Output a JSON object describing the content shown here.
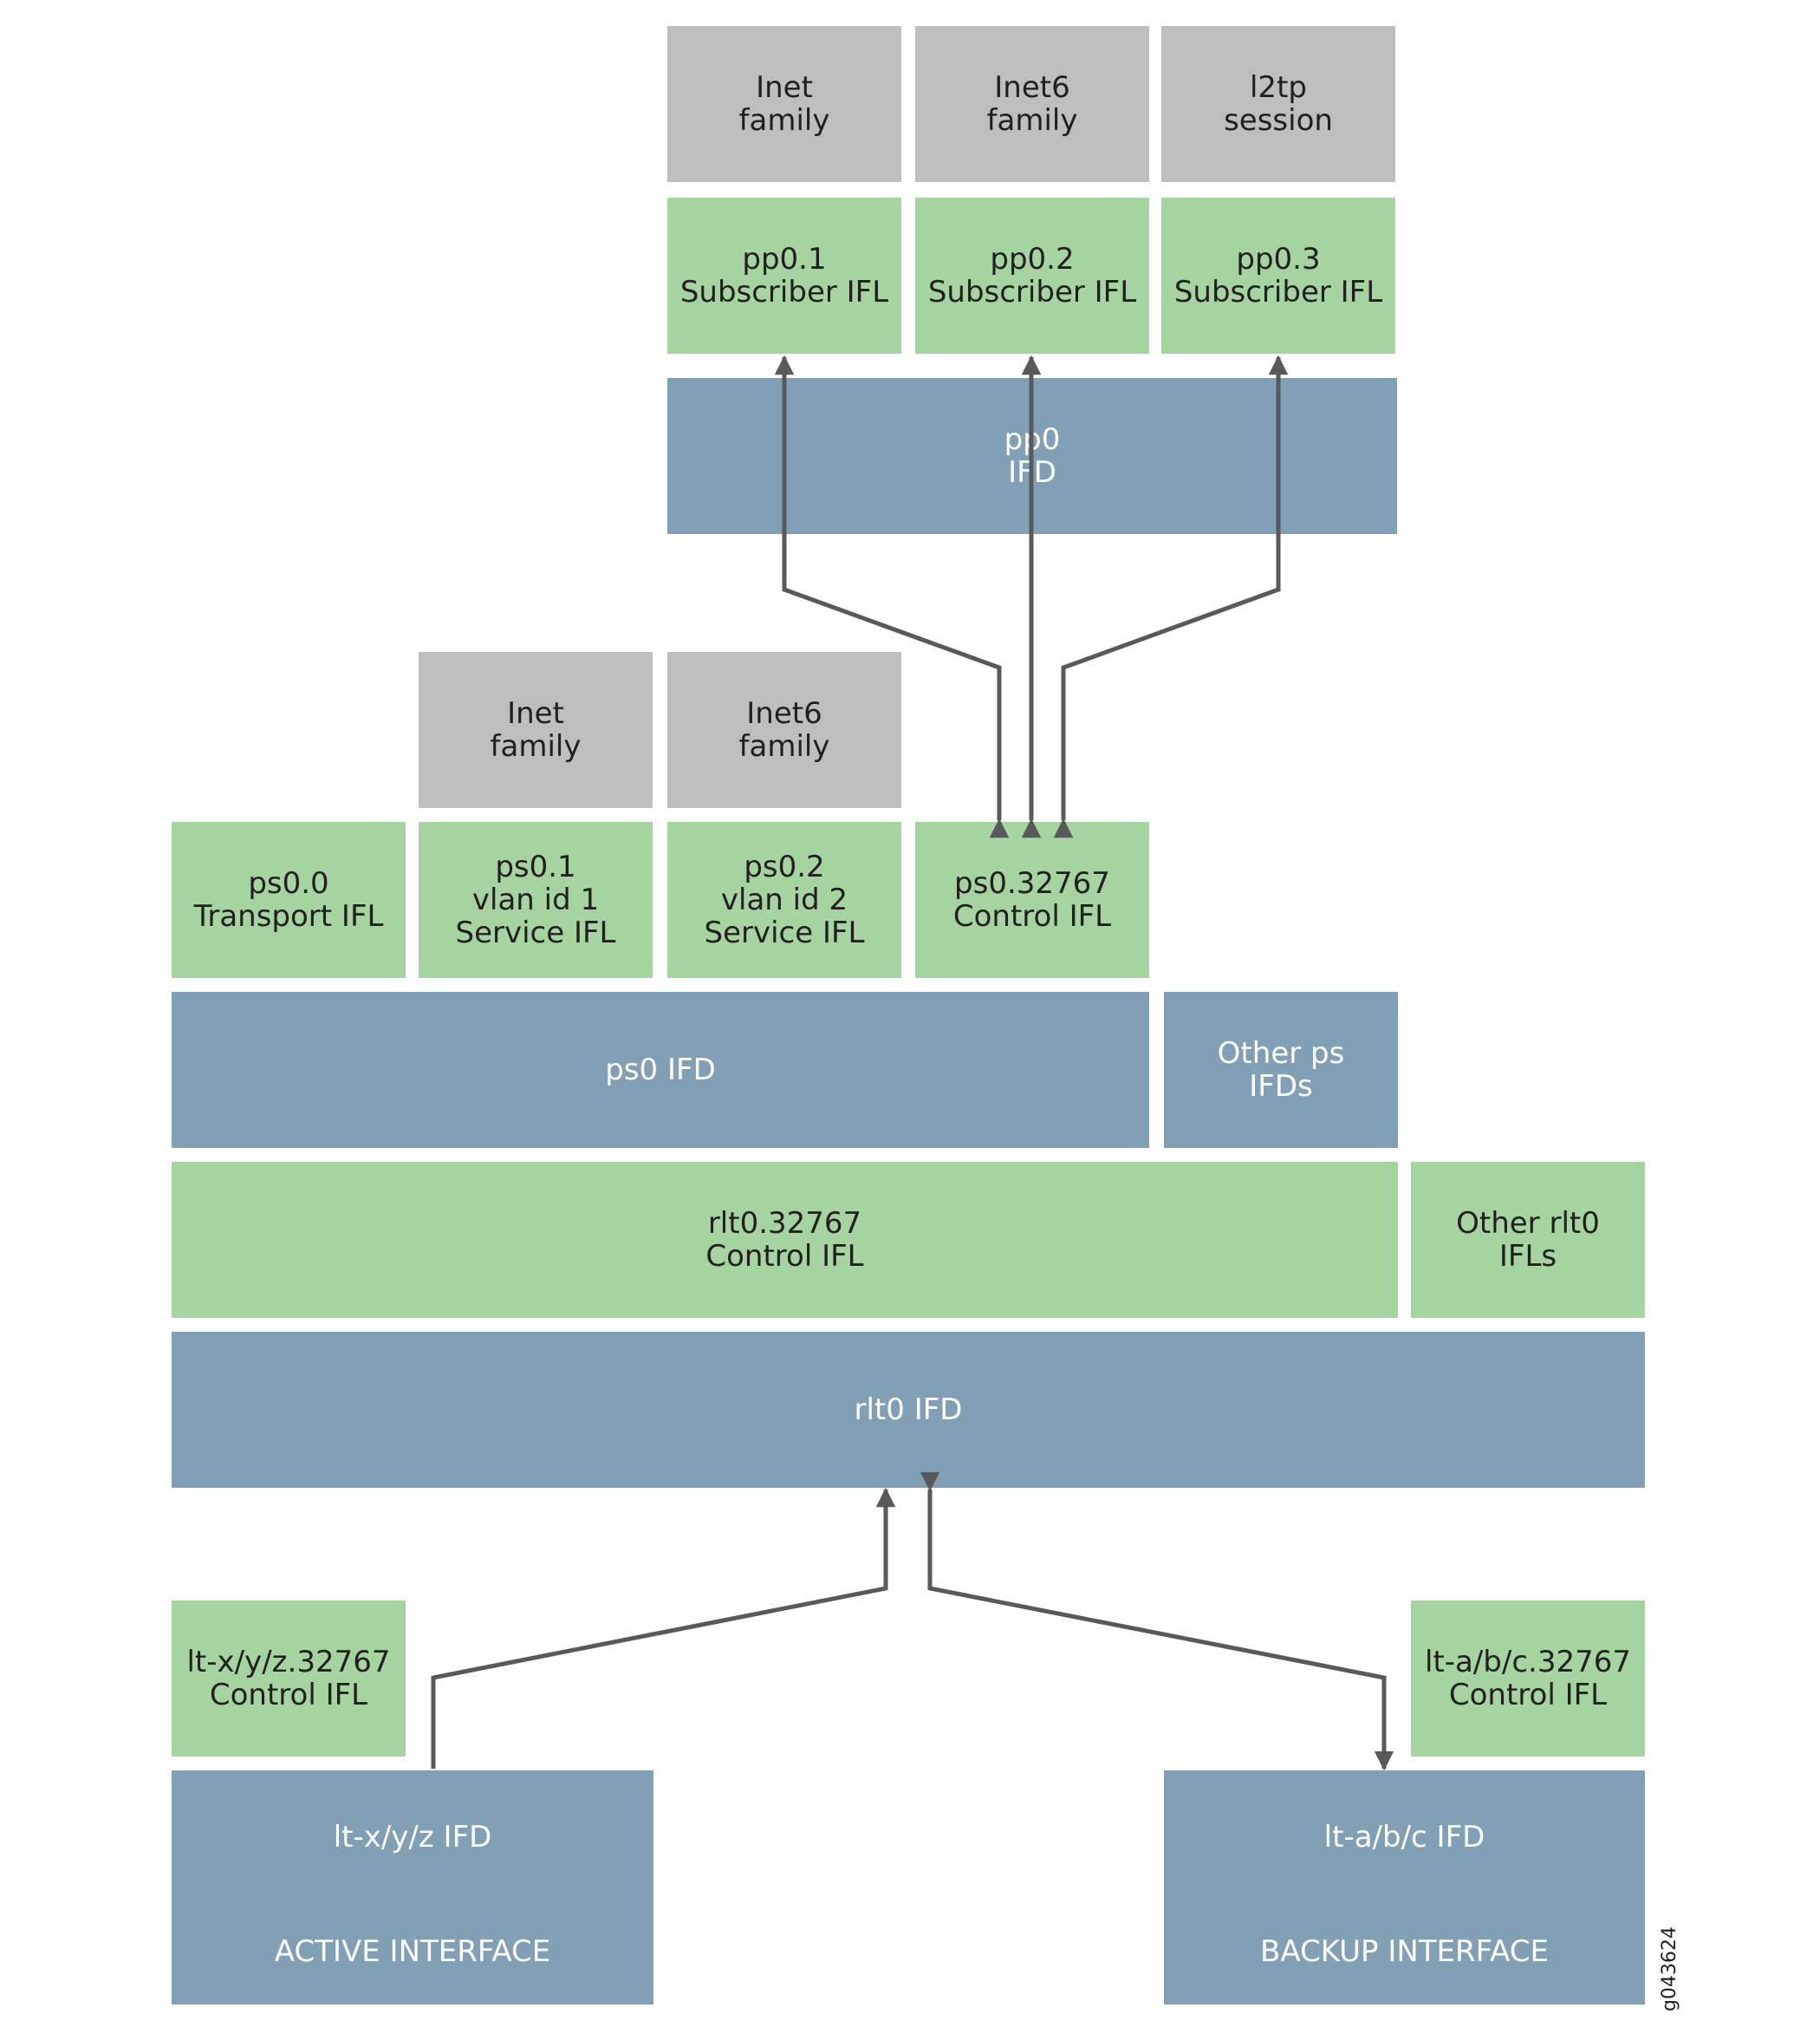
{
  "top_layer": {
    "inet": "Inet\nfamily",
    "inet6": "Inet6\nfamily",
    "l2tp": "l2tp\nsession"
  },
  "subscriber_ifls": {
    "pp0_1": "pp0.1\nSubscriber IFL",
    "pp0_2": "pp0.2\nSubscriber IFL",
    "pp0_3": "pp0.3\nSubscriber IFL"
  },
  "pp0_ifd": "pp0\nIFD",
  "service_families": {
    "inet": "Inet\nfamily",
    "inet6": "Inet6\nfamily"
  },
  "ps_ifls": {
    "ps0_0": "ps0.0\nTransport IFL",
    "ps0_1": "ps0.1\nvlan id 1\nService IFL",
    "ps0_2": "ps0.2\nvlan id 2\nService IFL",
    "ps0_32767": "ps0.32767\nControl IFL"
  },
  "ps0_ifd": "ps0 IFD",
  "other_ps_ifds": "Other ps\nIFDs",
  "rlt0_control_ifl": "rlt0.32767\nControl IFL",
  "other_rlt0_ifls": "Other rlt0\nIFLs",
  "rlt0_ifd": "rlt0 IFD",
  "lt_active_control_ifl": "lt-x/y/z.32767\nControl IFL",
  "lt_backup_control_ifl": "lt-a/b/c.32767\nControl IFL",
  "active_ifd": {
    "name": "lt-x/y/z IFD",
    "role": "ACTIVE INTERFACE"
  },
  "backup_ifd": {
    "name": "lt-a/b/c IFD",
    "role": "BACKUP INTERFACE"
  },
  "figure_id": "g043624",
  "colors": {
    "family_gray": "#bcbec0",
    "ifl_green": "#a5d4a1",
    "ifd_blue": "#81a0b5",
    "arrow": "#58595b"
  }
}
